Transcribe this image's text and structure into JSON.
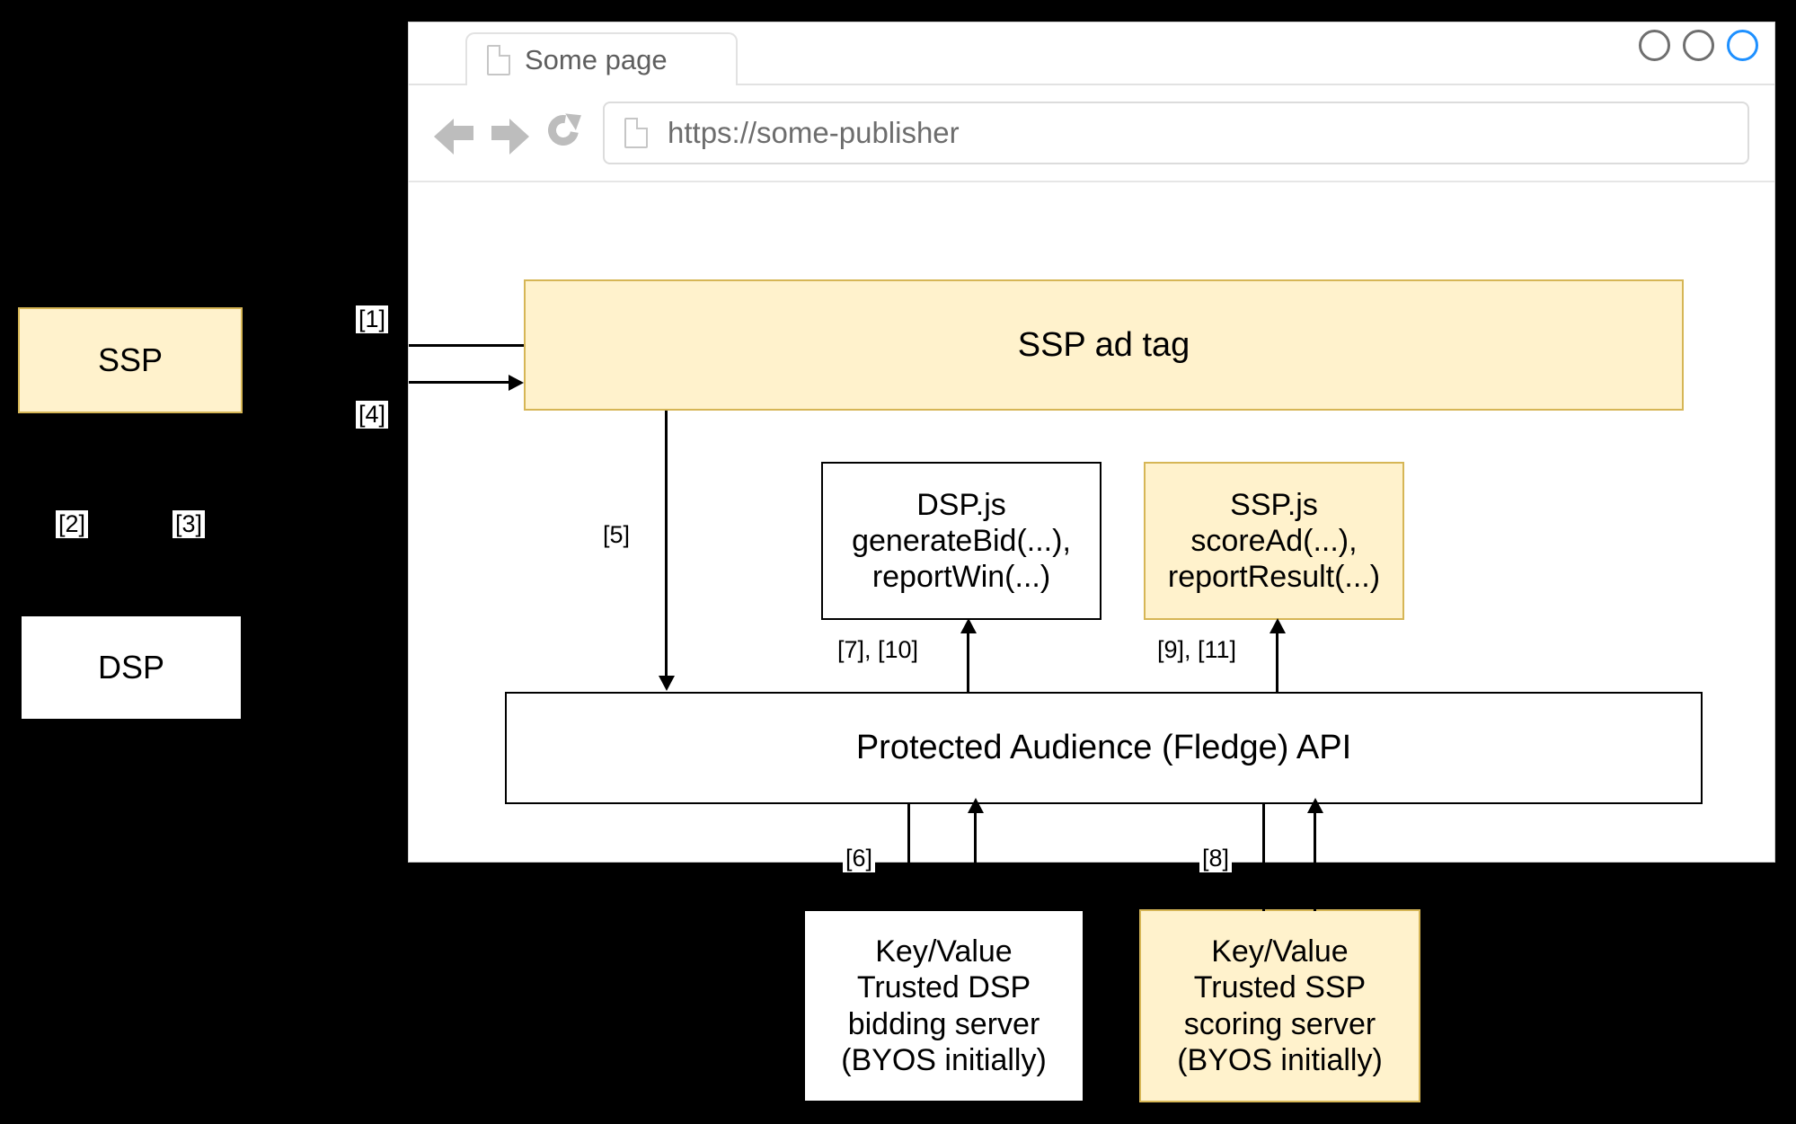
{
  "browser": {
    "tab": {
      "title": "Some page",
      "icon": "page-icon"
    },
    "window_controls": [
      {
        "name": "minimize-circle",
        "color": "#6f6f6f"
      },
      {
        "name": "maximize-circle",
        "color": "#6f6f6f"
      },
      {
        "name": "close-circle",
        "color": "#1e90ff"
      }
    ],
    "toolbar": {
      "back_icon": "back-arrow-icon",
      "forward_icon": "forward-arrow-icon",
      "reload_icon": "reload-icon",
      "site_icon": "page-icon",
      "address": "https://some-publisher"
    }
  },
  "diagram": {
    "external_nodes": [
      {
        "id": "ssp",
        "label": "SSP",
        "fill": "#fff2cc",
        "stroke": "#d6b656"
      },
      {
        "id": "dsp",
        "label": "DSP",
        "fill": "#ffffff",
        "stroke": "#000000"
      }
    ],
    "page_nodes": [
      {
        "id": "ssp-ad-tag",
        "label": "SSP ad tag",
        "fill": "#fff2cc",
        "stroke": "#d6b656"
      },
      {
        "id": "dsp-js",
        "label": "DSP.js\ngenerateBid(...),\nreportWin(...)",
        "fill": "#ffffff",
        "stroke": "#000000"
      },
      {
        "id": "ssp-js",
        "label": "SSP.js\nscoreAd(...),\nreportResult(...)",
        "fill": "#fff2cc",
        "stroke": "#d6b656"
      },
      {
        "id": "protected-audience-api",
        "label": "Protected Audience (Fledge) API",
        "fill": "#ffffff",
        "stroke": "#000000"
      }
    ],
    "server_nodes": [
      {
        "id": "dsp-kv-server",
        "label": "Key/Value\nTrusted DSP\nbidding server\n(BYOS initially)",
        "fill": "#ffffff",
        "stroke": "#000000"
      },
      {
        "id": "ssp-kv-server",
        "label": "Key/Value\nTrusted SSP\nscoring server\n(BYOS initially)",
        "fill": "#fff2cc",
        "stroke": "#d6b656"
      }
    ],
    "step_labels": [
      {
        "id": "step-1",
        "text": "[1]"
      },
      {
        "id": "step-4",
        "text": "[4]"
      },
      {
        "id": "step-2",
        "text": "[2]"
      },
      {
        "id": "step-3",
        "text": "[3]"
      },
      {
        "id": "step-5",
        "text": "[5]"
      },
      {
        "id": "step-7-10",
        "text": "[7], [10]"
      },
      {
        "id": "step-9-11",
        "text": "[9], [11]"
      },
      {
        "id": "step-6",
        "text": "[6]"
      },
      {
        "id": "step-8",
        "text": "[8]"
      }
    ]
  }
}
